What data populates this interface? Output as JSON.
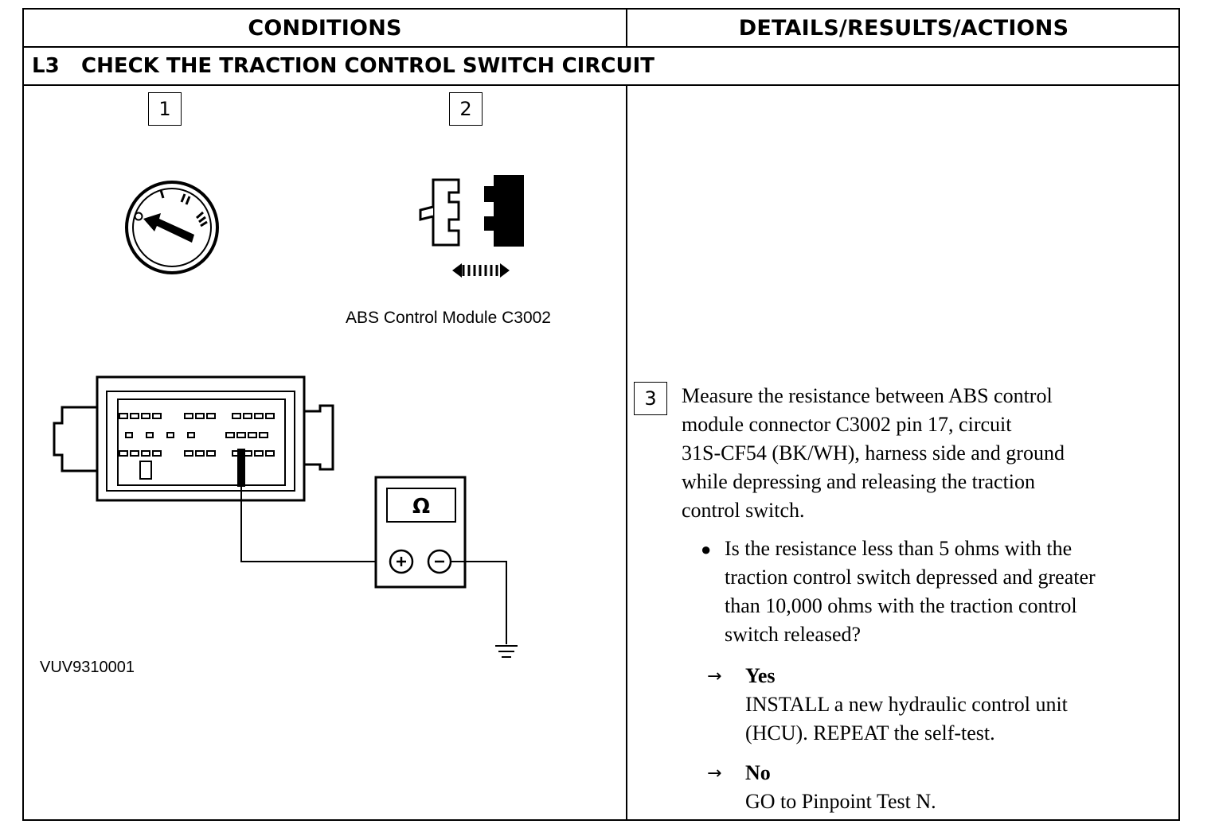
{
  "header": {
    "conditions": "CONDITIONS",
    "details": "DETAILS/RESULTS/ACTIONS"
  },
  "step": {
    "code": "L3",
    "title": "CHECK THE TRACTION CONTROL SWITCH CIRCUIT"
  },
  "conditions": {
    "steps": [
      "1",
      "2"
    ],
    "connector_caption": "ABS Control Module C3002",
    "ohmmeter_symbol": "Ω",
    "figure_id": "VUV9310001",
    "icons": [
      "ignition-switch-off-icon",
      "connector-disconnect-icon",
      "ohmmeter-icon",
      "ground-symbol-icon"
    ]
  },
  "details": {
    "step_number": "3",
    "instruction": [
      "Measure the resistance between ABS control",
      "module connector C3002 pin 17, circuit",
      "31S-CF54 (BK/WH), harness side and ground",
      "while depressing and releasing the traction",
      "control switch."
    ],
    "question": [
      "Is the resistance less than 5 ohms with the",
      "traction control switch depressed and greater",
      "than 10,000 ohms with the traction control",
      "switch released?"
    ],
    "yes_label": "Yes",
    "yes_action": [
      "INSTALL a new hydraulic control unit",
      "(HCU). REPEAT the self-test."
    ],
    "no_label": "No",
    "no_action": "GO to Pinpoint Test N."
  }
}
